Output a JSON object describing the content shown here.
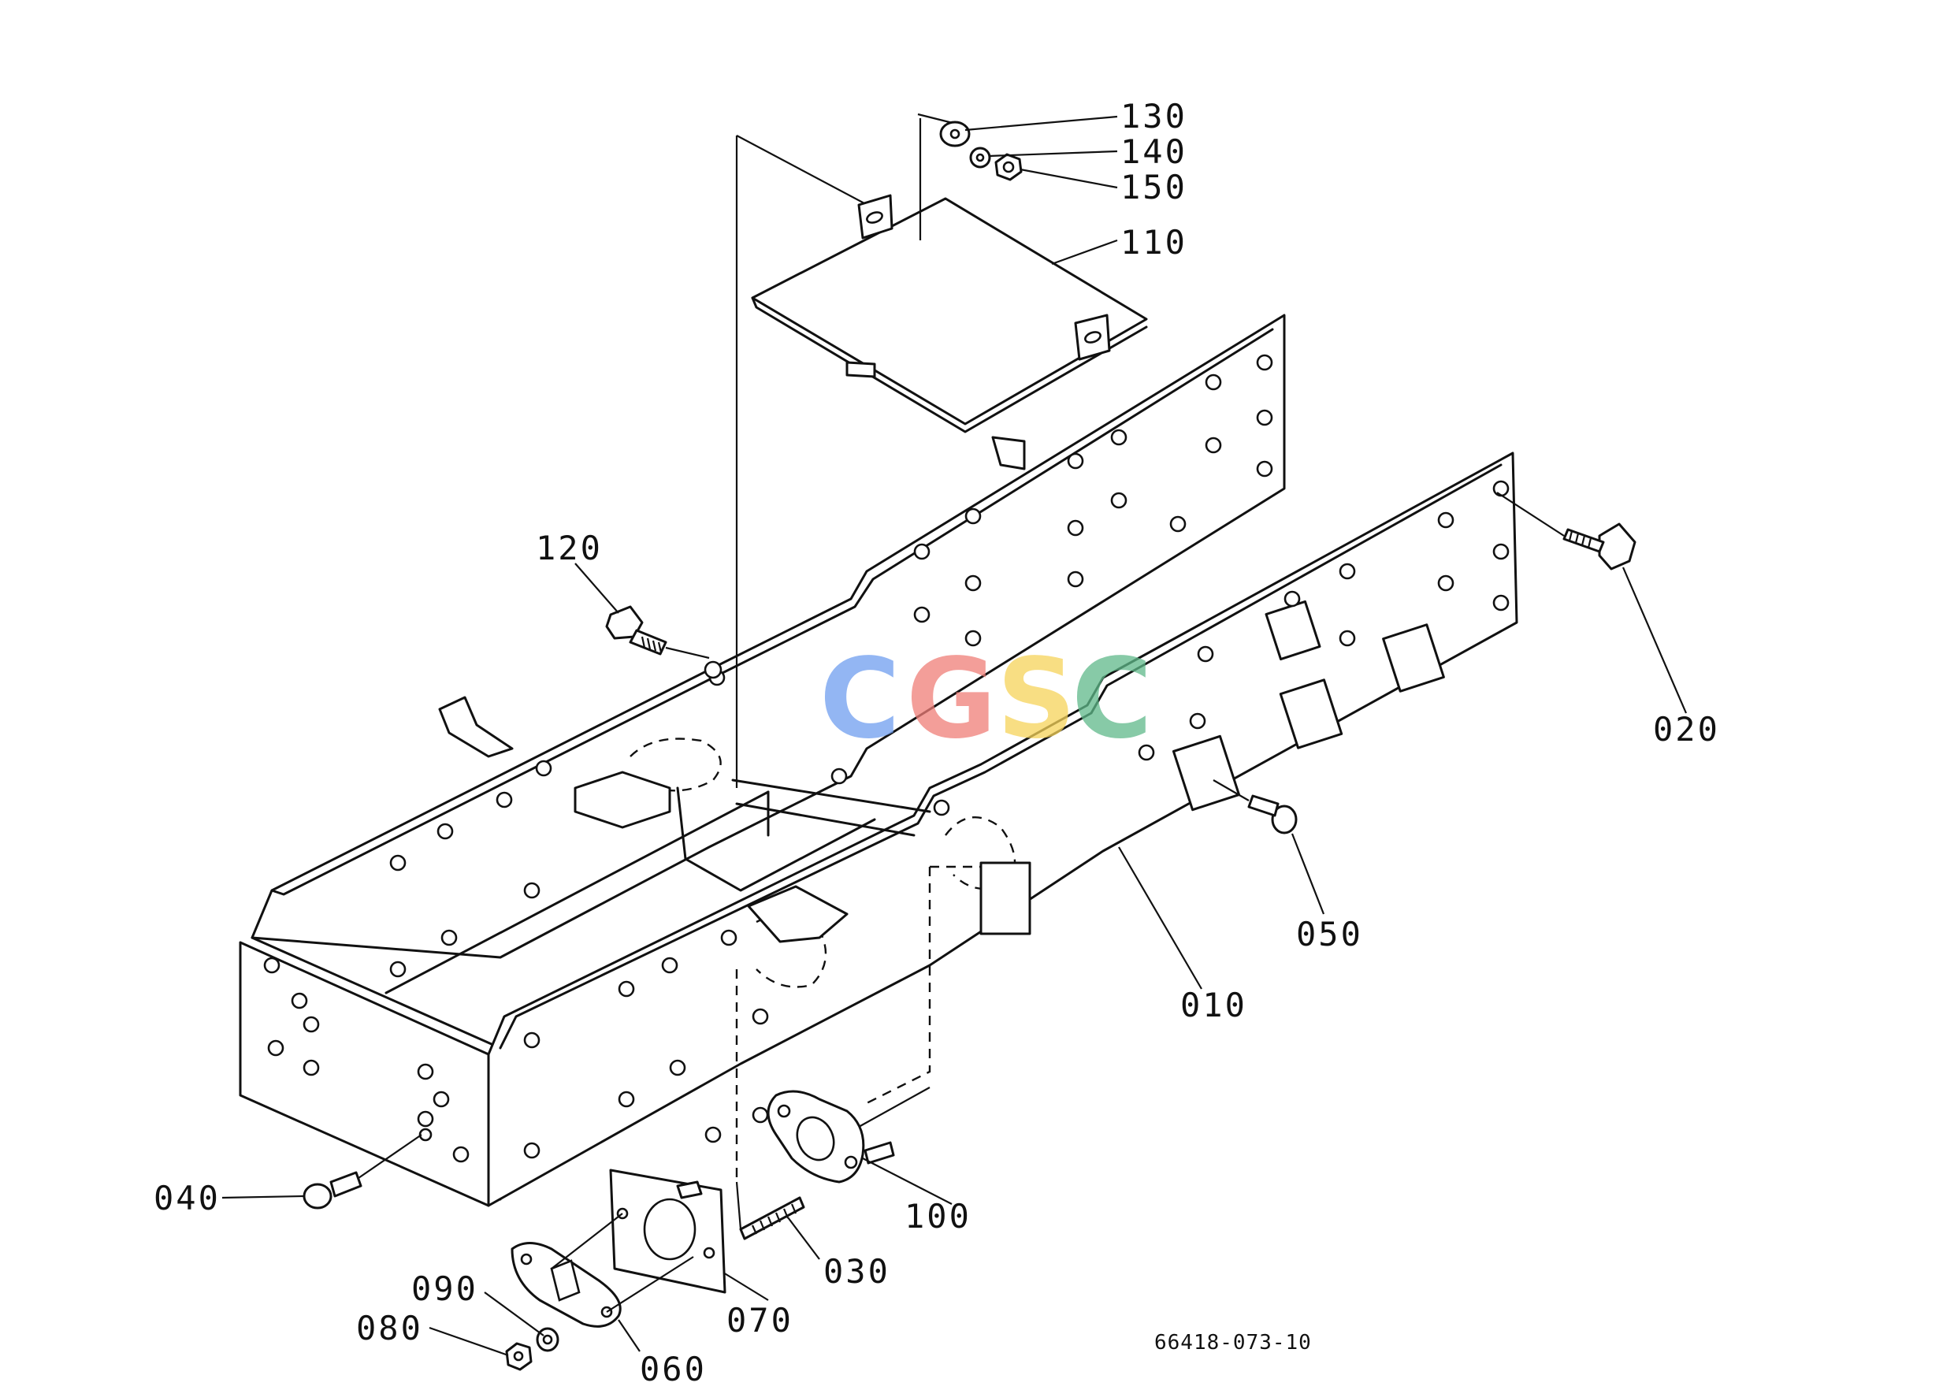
{
  "callouts": {
    "p010": "010",
    "p020": "020",
    "p030": "030",
    "p040": "040",
    "p050": "050",
    "p060": "060",
    "p070": "070",
    "p080": "080",
    "p090": "090",
    "p100": "100",
    "p110": "110",
    "p120": "120",
    "p130": "130",
    "p140": "140",
    "p150": "150"
  },
  "drawing_number": "66418-073-10",
  "watermark": {
    "letters": [
      "C",
      "G",
      "S",
      "C"
    ],
    "colors": [
      "#6f9ef0",
      "#ef7e78",
      "#f6d35a",
      "#5fb98a"
    ]
  }
}
